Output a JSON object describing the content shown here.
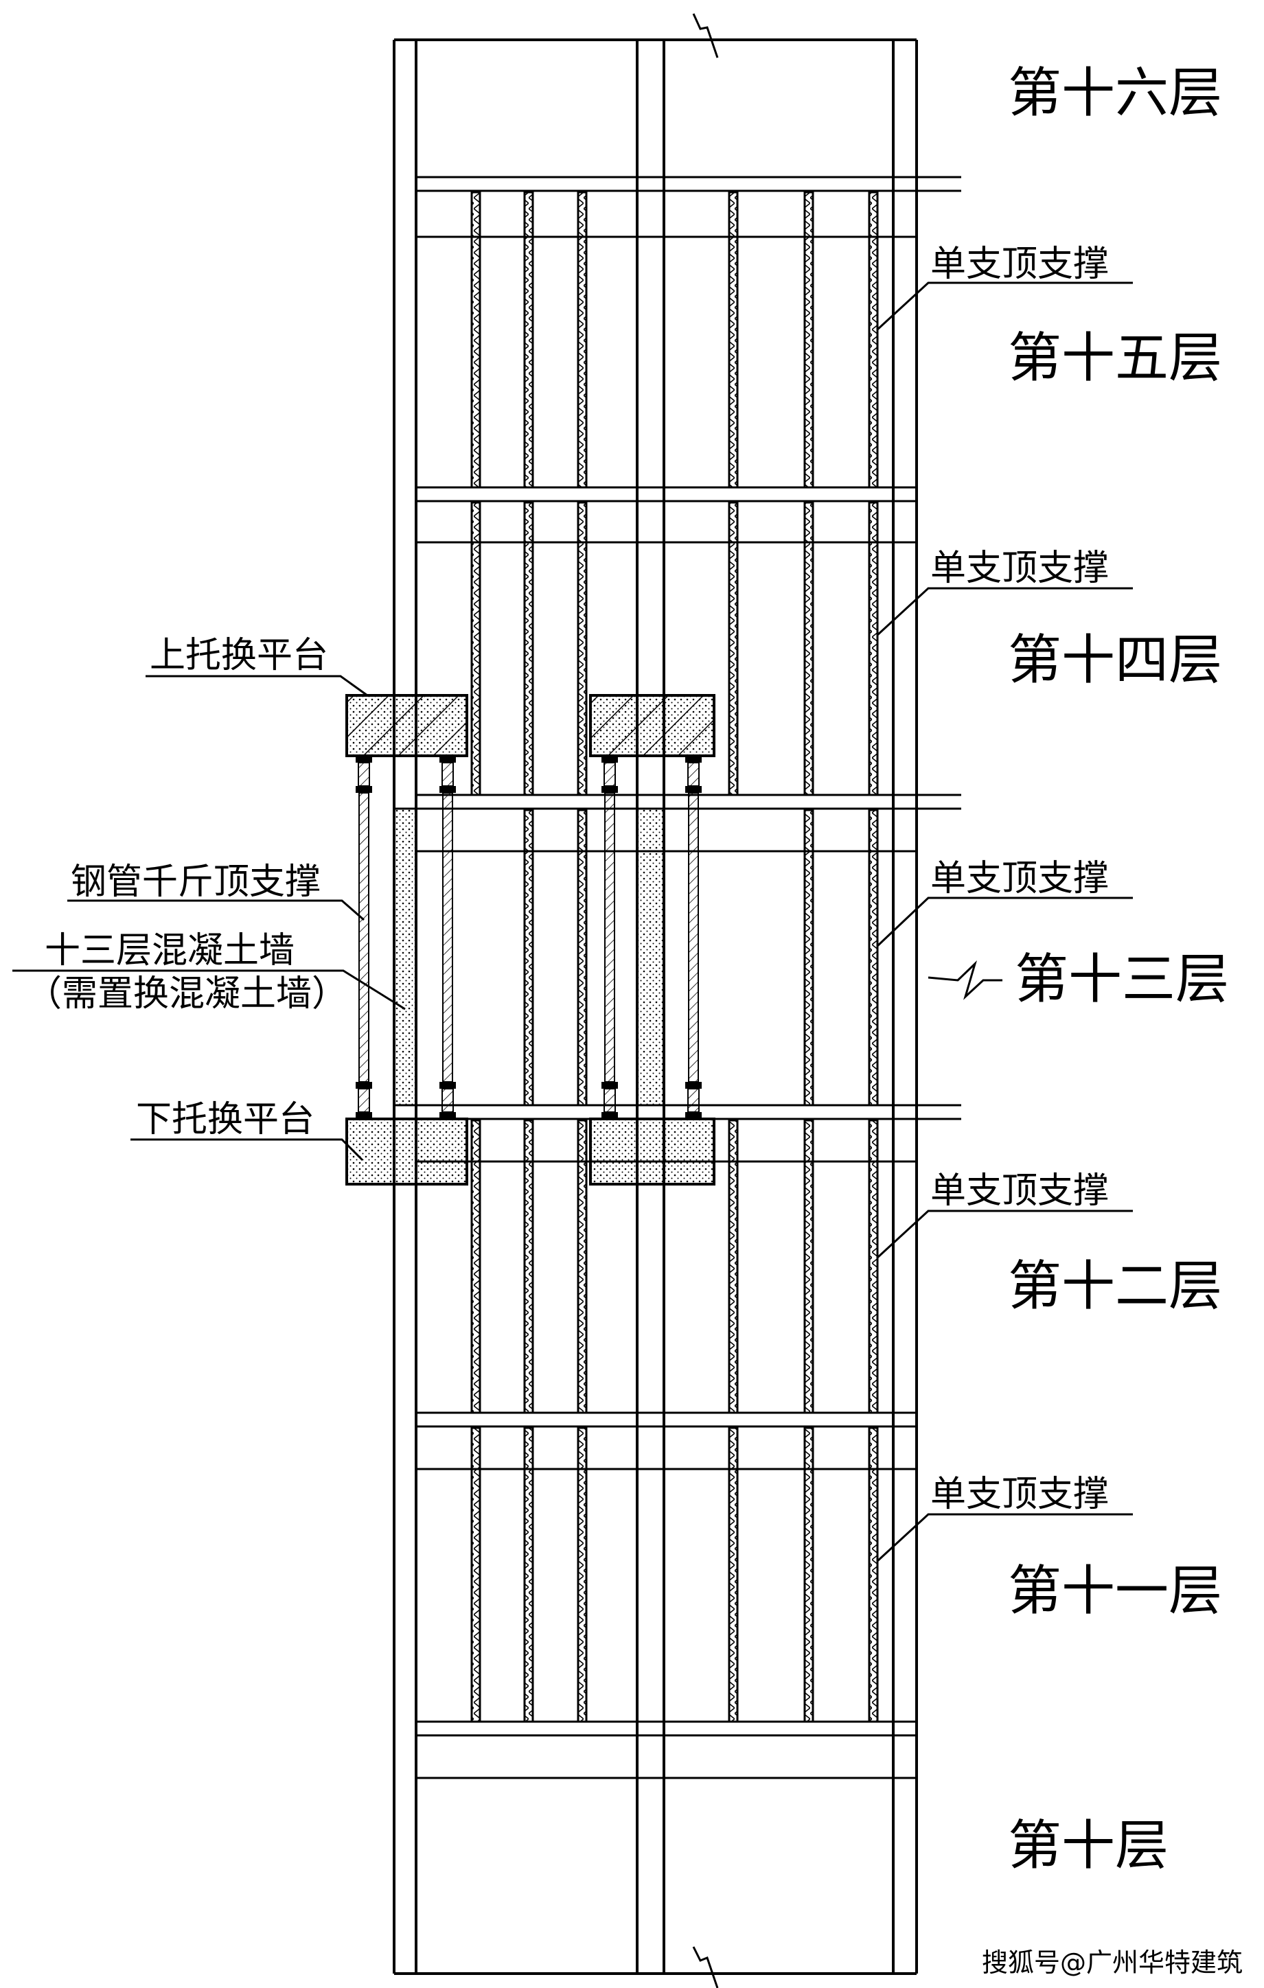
{
  "floors": [
    {
      "key": "f16",
      "label": "第十六层"
    },
    {
      "key": "f15",
      "label": "第十五层"
    },
    {
      "key": "f14",
      "label": "第十四层"
    },
    {
      "key": "f13",
      "label": "第十三层"
    },
    {
      "key": "f12",
      "label": "第十二层"
    },
    {
      "key": "f11",
      "label": "第十一层"
    },
    {
      "key": "f10",
      "label": "第十层"
    }
  ],
  "callouts": {
    "single_prop": "单支顶支撑",
    "upper_platform": "上托换平台",
    "steel_jack": "钢管千斤顶支撑",
    "wall_line1": "十三层混凝土墙",
    "wall_line2": "（需置换混凝土墙）",
    "lower_platform": "下托换平台"
  },
  "watermark": "搜狐号@广州华特建筑",
  "colors": {
    "line": "#000000",
    "background": "#ffffff"
  }
}
